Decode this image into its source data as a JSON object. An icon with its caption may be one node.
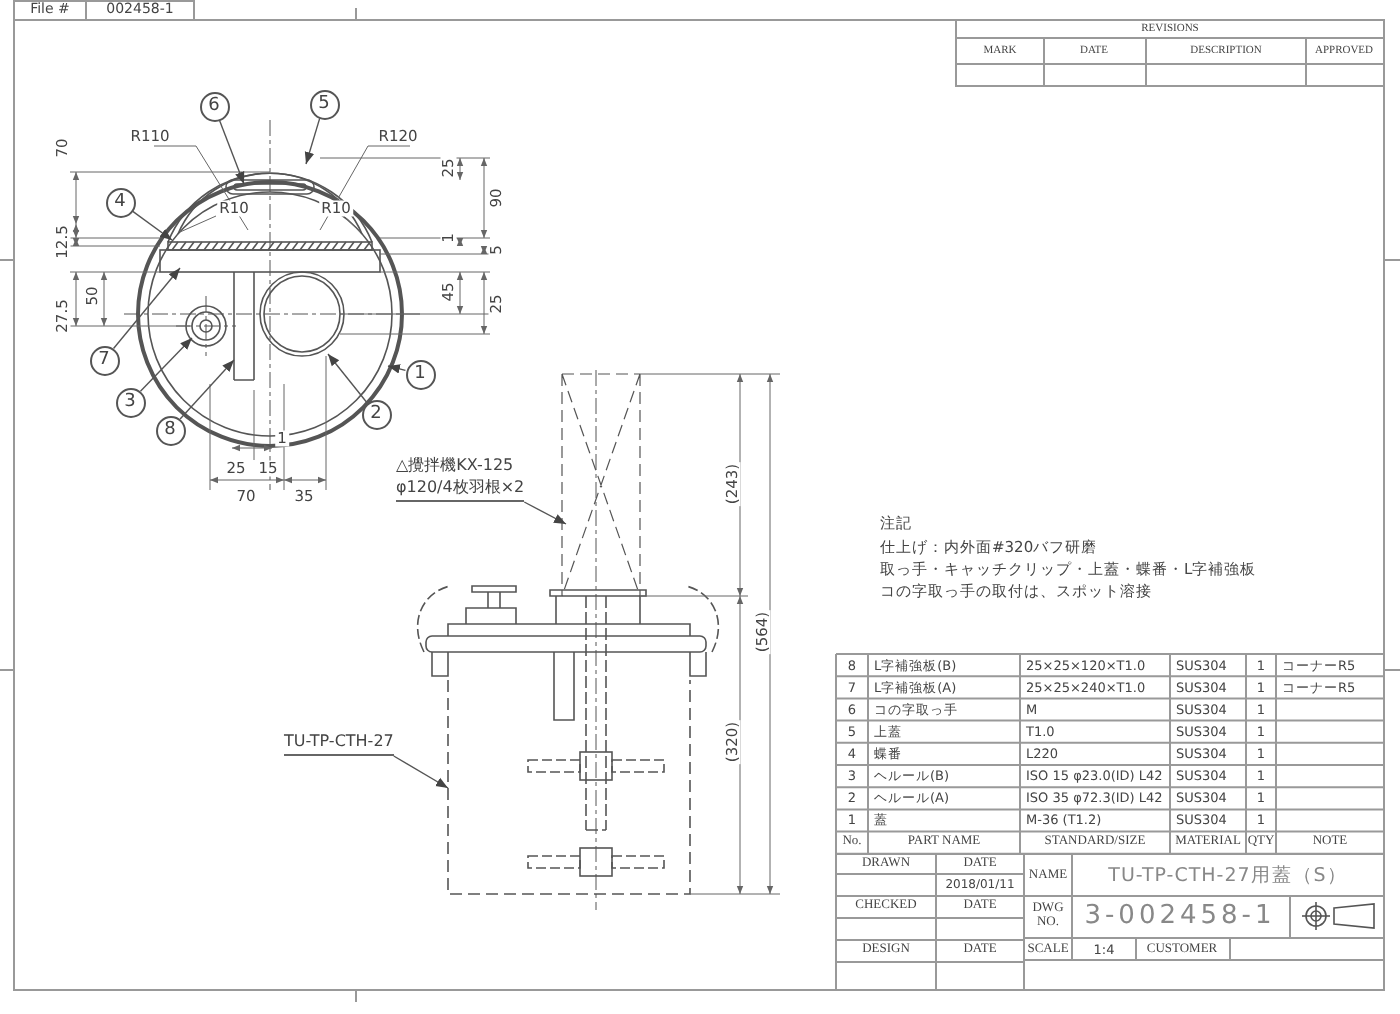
{
  "diagram": {
    "nodes": [
      {
        "text": [
          "6"
        ]
      },
      {
        "text": [
          "5"
        ]
      },
      {
        "text": [
          "4"
        ]
      },
      {
        "text": [
          "7"
        ]
      },
      {
        "text": [
          "1"
        ]
      },
      {
        "text": [
          "3"
        ]
      },
      {
        "text": [
          "2"
        ]
      },
      {
        "text": [
          "8"
        ]
      },
      {
        "text": [
          "△攪拌機KX-125",
          "φ120/4枚羽根×2"
        ]
      },
      {
        "text": [
          "TU-TP-CTH-27"
        ]
      },
      {
        "text": [],
        "shape": "picture"
      },
      {
        "text": [],
        "shape": "picture"
      }
    ],
    "edges": [
      {
        "from": 0,
        "to": 10,
        "arrow": "to"
      },
      {
        "from": 1,
        "to": 10,
        "arrow": "to"
      },
      {
        "from": 2,
        "to": 10,
        "arrow": "to"
      },
      {
        "from": 3,
        "to": 10,
        "arrow": "to"
      },
      {
        "from": 4,
        "to": 10,
        "arrow": "to"
      },
      {
        "from": 5,
        "to": 10,
        "arrow": "to"
      },
      {
        "from": 6,
        "to": 10,
        "arrow": "to"
      },
      {
        "from": 7,
        "to": 10,
        "arrow": "to"
      },
      {
        "from": 8,
        "to": 11,
        "arrow": "to"
      },
      {
        "from": 9,
        "to": 11,
        "arrow": "to"
      }
    ],
    "labels": [
      "File #",
      "002458-1",
      "REVISIONS",
      "MARK",
      "DATE",
      "DESCRIPTION",
      "APPROVED",
      "R110",
      "R120",
      "R10",
      "R10",
      "70",
      "25",
      "90",
      "12.5",
      "1",
      "5",
      "27.5",
      "50",
      "45",
      "25",
      "1",
      "25",
      "15",
      "70",
      "35",
      "(243)",
      "(564)",
      "(320)",
      "注記",
      "仕上げ：内外面#320バフ研磨",
      "取っ手・キャッチクリップ・上蓋・蝶番・L字補強板",
      "コの字取っ手の取付は、スポット溶接",
      "8",
      "L字補強板(B)",
      "25×25×120×T1.0",
      "SUS304",
      "1",
      "コーナーR5",
      "7",
      "L字補強板(A)",
      "25×25×240×T1.0",
      "SUS304",
      "1",
      "コーナーR5",
      "6",
      "コの字取っ手",
      "M",
      "SUS304",
      "1",
      "5",
      "上蓋",
      "T1.0",
      "SUS304",
      "1",
      "4",
      "蝶番",
      "L220",
      "SUS304",
      "1",
      "3",
      "ヘルール(B)",
      "ISO 15 φ23.0(ID) L42",
      "SUS304",
      "1",
      "2",
      "ヘルール(A)",
      "ISO 35 φ72.3(ID) L42",
      "SUS304",
      "1",
      "1",
      "蓋",
      "M-36 (T1.2)",
      "SUS304",
      "1",
      "No.",
      "PART NAME",
      "STANDARD/SIZE",
      "MATERIAL",
      "QTY",
      "NOTE",
      "DRAWN",
      "DATE",
      "NAME",
      "TU-TP-CTH-27用蓋（S）",
      "2018/01/11",
      "CHECKED",
      "DATE",
      "DWG NO.",
      "3-002458-1",
      "DESIGN",
      "DATE",
      "SCALE",
      "1:4",
      "CUSTOMER"
    ]
  }
}
